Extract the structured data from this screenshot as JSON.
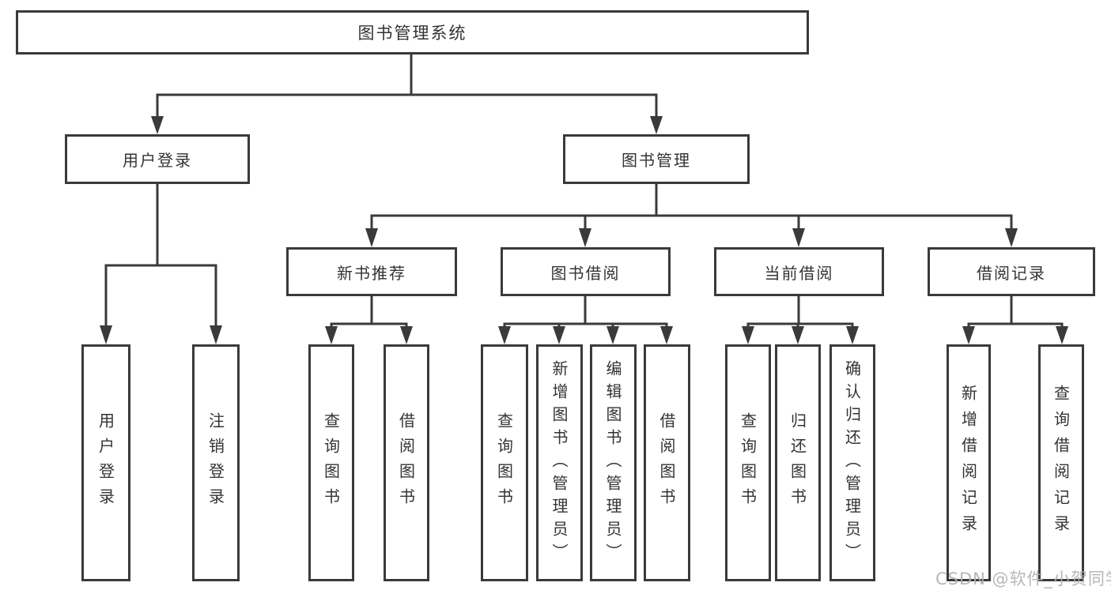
{
  "colors": {
    "line": "#3a3a3a",
    "box_border": "#3a3a3a",
    "text": "#333333",
    "background": "#ffffff",
    "watermark": "#b0b0b0"
  },
  "watermark": {
    "text": "CSDN @软件_小贺同学"
  },
  "diagram": {
    "root": {
      "label": "图书管理系统"
    },
    "branches": [
      {
        "label": "用户登录",
        "children": [
          {
            "label": "用户登录"
          },
          {
            "label": "注销登录"
          }
        ]
      },
      {
        "label": "图书管理",
        "children": [
          {
            "label": "新书推荐",
            "children": [
              {
                "label": "查询图书"
              },
              {
                "label": "借阅图书"
              }
            ]
          },
          {
            "label": "图书借阅",
            "children": [
              {
                "label": "查询图书"
              },
              {
                "label": "新增图书（管理员）"
              },
              {
                "label": "编辑图书（管理员）"
              },
              {
                "label": "借阅图书"
              }
            ]
          },
          {
            "label": "当前借阅",
            "children": [
              {
                "label": "查询图书"
              },
              {
                "label": "归还图书"
              },
              {
                "label": "确认归还（管理员）"
              }
            ]
          },
          {
            "label": "借阅记录",
            "children": [
              {
                "label": "新增借阅记录"
              },
              {
                "label": "查询借阅记录"
              }
            ]
          }
        ]
      }
    ]
  }
}
